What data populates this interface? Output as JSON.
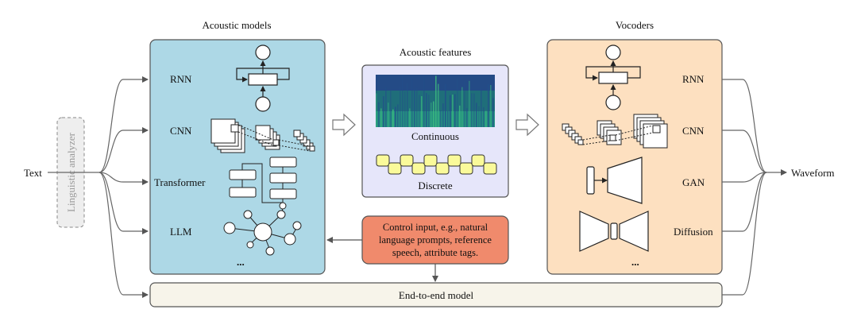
{
  "input_label": "Text",
  "output_label": "Waveform",
  "linguistic_analyzer": "Linguistic analyzer",
  "acoustic_models": {
    "title": "Acoustic models",
    "items": [
      "RNN",
      "CNN",
      "Transformer",
      "LLM"
    ],
    "more": "..."
  },
  "acoustic_features": {
    "title": "Acoustic features",
    "continuous": "Continuous",
    "discrete": "Discrete"
  },
  "vocoders": {
    "title": "Vocoders",
    "items": [
      "RNN",
      "CNN",
      "GAN",
      "Diffusion"
    ],
    "more": "..."
  },
  "control_input": {
    "lines": [
      "Control input, e.g., natural",
      "language prompts, reference",
      "speech, attribute tags."
    ]
  },
  "end_to_end": "End-to-end model",
  "colors": {
    "acoustic_bg": "#add8e6",
    "features_bg": "#e6e6fa",
    "vocoder_bg": "#fde0c0",
    "control_bg": "#f08a6c",
    "e2e_bg": "#f7f4ea",
    "token": "#fafa9a"
  },
  "icons": [
    "arrow-hollow-right-icon",
    "waveform-icon"
  ]
}
